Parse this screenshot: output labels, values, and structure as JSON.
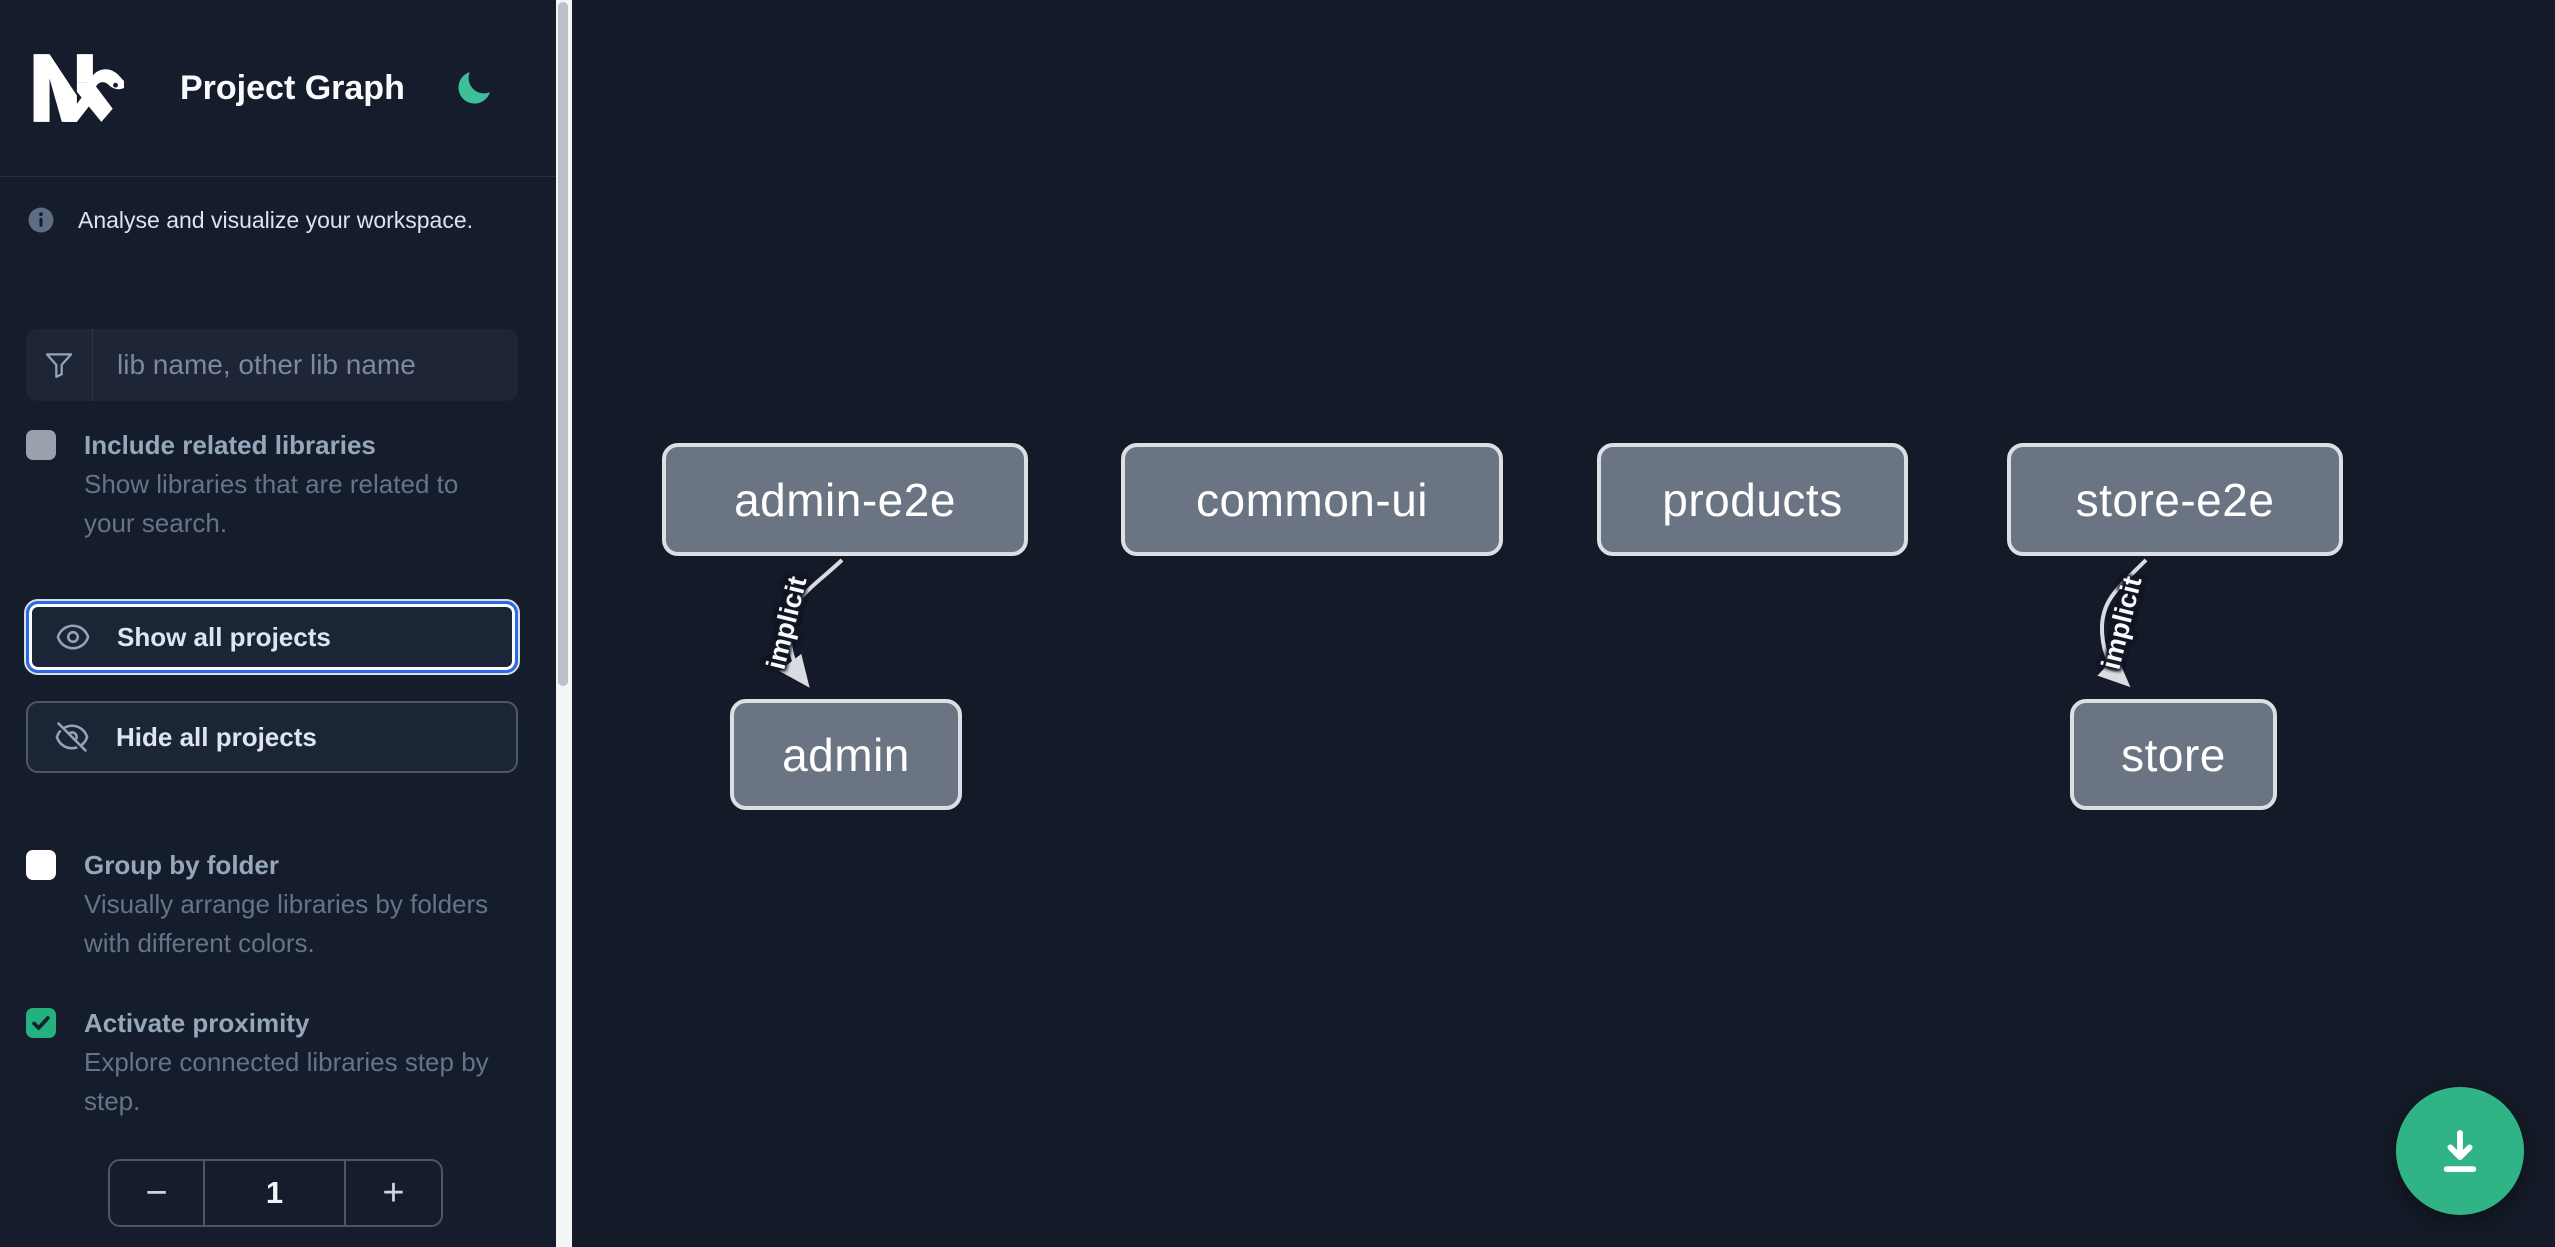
{
  "header": {
    "title": "Project Graph",
    "logo": "nx-logo",
    "theme_toggle_icon": "moon-icon"
  },
  "sidebar": {
    "info": "Analyse and visualize your workspace.",
    "search": {
      "placeholder": "lib name, other lib name",
      "icon": "funnel-icon"
    },
    "checkboxes": [
      {
        "label": "Include related libraries",
        "description": "Show libraries that are related to your search.",
        "checked": false,
        "disabled": true
      },
      {
        "label": "Group by folder",
        "description": "Visually arrange libraries by folders with different colors.",
        "checked": false,
        "disabled": false
      },
      {
        "label": "Activate proximity",
        "description": "Explore connected libraries step by step.",
        "checked": true,
        "disabled": false
      }
    ],
    "buttons": [
      {
        "label": "Show all projects",
        "icon": "eye-icon",
        "focused": true
      },
      {
        "label": "Hide all projects",
        "icon": "eye-slash-icon",
        "focused": false
      }
    ],
    "stepper": {
      "decrement_label": "−",
      "value": "1",
      "increment_label": "+"
    }
  },
  "graph": {
    "nodes": [
      {
        "id": "admin-e2e",
        "label": "admin-e2e"
      },
      {
        "id": "common-ui",
        "label": "common-ui"
      },
      {
        "id": "products",
        "label": "products"
      },
      {
        "id": "store-e2e",
        "label": "store-e2e"
      },
      {
        "id": "admin",
        "label": "admin"
      },
      {
        "id": "store",
        "label": "store"
      }
    ],
    "edges": [
      {
        "source": "admin-e2e",
        "target": "admin",
        "label": "implicit"
      },
      {
        "source": "store-e2e",
        "target": "store",
        "label": "implicit"
      }
    ]
  },
  "fab": {
    "icon": "download-icon"
  },
  "colors": {
    "canvas_bg": "#141a27",
    "sidebar_bg": "#151c2b",
    "accent_green": "#30b485",
    "moon_green": "#3dbf97",
    "focus_blue": "#2a6ae8",
    "node_fill": "#6b7482",
    "node_border": "#dcdfe4",
    "edge_color": "#d9dce1",
    "checkbox_checked_green": "#23b180"
  }
}
